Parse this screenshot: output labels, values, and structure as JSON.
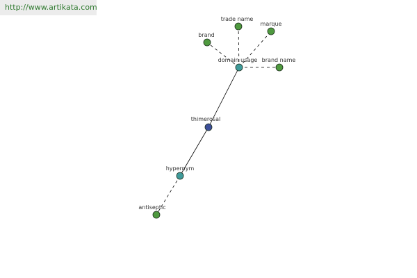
{
  "source_url": "http://www.artikata.com",
  "graph": {
    "nodes": [
      {
        "id": "thimerosal",
        "label": "thimerosal",
        "kind": "root"
      },
      {
        "id": "domain_usage",
        "label": "domain usage",
        "kind": "relation"
      },
      {
        "id": "hypernym",
        "label": "hypernym",
        "kind": "relation"
      },
      {
        "id": "trade_name",
        "label": "trade name",
        "kind": "term"
      },
      {
        "id": "marque",
        "label": "marque",
        "kind": "term"
      },
      {
        "id": "brand",
        "label": "brand",
        "kind": "term"
      },
      {
        "id": "brand_name",
        "label": "brand name",
        "kind": "term"
      },
      {
        "id": "antiseptic",
        "label": "antiseptic",
        "kind": "term"
      }
    ],
    "edges": [
      {
        "from": "thimerosal",
        "to": "domain_usage",
        "style": "solid"
      },
      {
        "from": "thimerosal",
        "to": "hypernym",
        "style": "solid"
      },
      {
        "from": "domain_usage",
        "to": "trade_name",
        "style": "dashed"
      },
      {
        "from": "domain_usage",
        "to": "marque",
        "style": "dashed"
      },
      {
        "from": "domain_usage",
        "to": "brand",
        "style": "dashed"
      },
      {
        "from": "domain_usage",
        "to": "brand_name",
        "style": "dashed"
      },
      {
        "from": "hypernym",
        "to": "antiseptic",
        "style": "dashed"
      }
    ],
    "colors": {
      "root": "#3d4f9a",
      "relation": "#3f9a9a",
      "term": "#4f9a3f",
      "edge": "#000000",
      "node_stroke": "#1f2f1f",
      "label": "#333333"
    }
  }
}
